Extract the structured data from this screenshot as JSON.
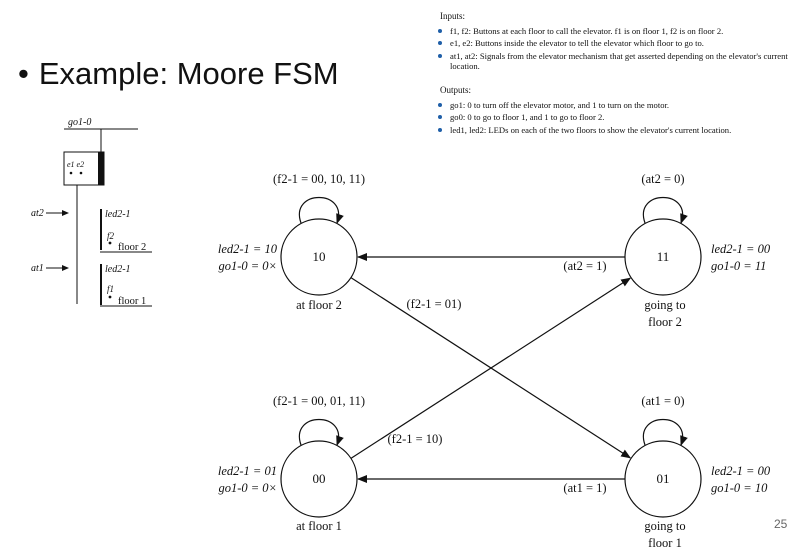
{
  "slide": {
    "bullet": "•",
    "title": "Example: Moore FSM",
    "page_number": "25"
  },
  "inputs": {
    "heading": "Inputs:",
    "items": [
      "f1, f2: Buttons at each floor to call the elevator. f1 is on floor 1, f2 is on floor 2.",
      "e1, e2: Buttons inside the elevator to tell the elevator which floor to go to.",
      "at1, at2: Signals from the elevator mechanism that get asserted depending on the elevator's current location."
    ]
  },
  "outputs": {
    "heading": "Outputs:",
    "items": [
      "go1: 0 to turn off the elevator motor, and 1 to turn on the motor.",
      "go0: 0 to go to floor 1, and 1 to go to floor 2.",
      "led1, led2: LEDs on each of the two floors to show the elevator's current location."
    ]
  },
  "elevator_sketch": {
    "go_label": "go1-0",
    "e_label": "e1 e2",
    "at2_label": "at2",
    "at1_label": "at1",
    "led_upper": "led2-1",
    "led_lower": "led2-1",
    "f2_label": "f2",
    "f1_label": "f1",
    "floor2_label": "floor 2",
    "floor1_label": "floor 1"
  },
  "states": [
    {
      "id": "s10",
      "code": "10",
      "desc_lines": [
        "at floor 2"
      ],
      "out_led": "led2-1 = 10",
      "out_go": "go1-0 = 0×",
      "self_loop": "(f2-1 = 00, 10, 11)"
    },
    {
      "id": "s11",
      "code": "11",
      "desc_lines": [
        "going to",
        "floor 2"
      ],
      "out_led": "led2-1 = 00",
      "out_go": "go1-0 = 11",
      "self_loop": "(at2 = 0)"
    },
    {
      "id": "s00",
      "code": "00",
      "desc_lines": [
        "at floor 1"
      ],
      "out_led": "led2-1 = 01",
      "out_go": "go1-0 = 0×",
      "self_loop": "(f2-1 = 00, 01, 11)"
    },
    {
      "id": "s01",
      "code": "01",
      "desc_lines": [
        "going to",
        "floor 1"
      ],
      "out_led": "led2-1 = 00",
      "out_go": "go1-0 = 10",
      "self_loop": "(at1 = 0)"
    }
  ],
  "transitions": [
    {
      "from": "s11",
      "to": "s10",
      "label": "(at2 = 1)"
    },
    {
      "from": "s01",
      "to": "s00",
      "label": "(at1 = 1)"
    },
    {
      "from": "s10",
      "to": "s01",
      "label": "(f2-1 = 01)"
    },
    {
      "from": "s00",
      "to": "s11",
      "label": "(f2-1 = 10)"
    }
  ]
}
